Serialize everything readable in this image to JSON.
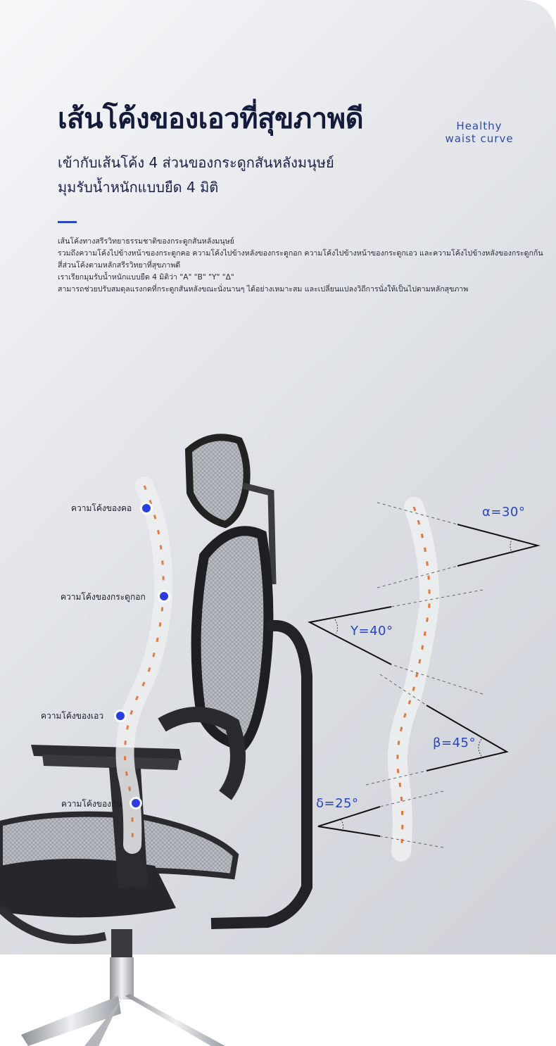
{
  "heading": {
    "title": "เส้นโค้งของเอวที่สุขภาพดี",
    "tag_line1": "Healthy",
    "tag_line2": "waist curve",
    "sub1": "เข้ากับเส้นโค้ง 4 ส่วนของกระดูกสันหลังมนุษย์",
    "sub2": "มุมรับน้ำหนักแบบยืด 4 มิติ"
  },
  "body": {
    "line1": "เส้นโค้งทางสรีรวิทยาธรรมชาติของกระดูกสันหลังมนุษย์",
    "line2": "รวมถึงความโค้งไปข้างหน้าของกระดูกคอ ความโค้งไปข้างหลังของกระดูกอก ความโค้งไปข้างหน้าของกระดูกเอว และความโค้งไปข้างหลังของกระดูกก้น",
    "line3": "สี่ส่วนโค้งตามหลักสรีรวิทยาที่สุขภาพดี",
    "line4": "เราเรียกมุมรับน้ำหนักแบบยืด 4 มิติว่า \"A\" \"B\" \"Y\" \"Δ\"",
    "line5": "สามารถช่วยปรับสมดุลแรงกดที่กระดูกสันหลังขณะนั่งนานๆ ได้อย่างเหมาะสม และเปลี่ยนแปลงวิถีการนั่งให้เป็นไปตามหลักสุขภาพ"
  },
  "spine_labels": {
    "neck": "ความโค้งของคอ",
    "chest": "ความโค้งของกระดูกอก",
    "waist": "ความโค้งของเอว",
    "hip": "ความโค้งของก้น"
  },
  "angles": {
    "alpha": "α=30°",
    "gamma": "Y=40°",
    "beta": "β=45°",
    "delta": "δ=25°"
  },
  "colors": {
    "title": "#141b3a",
    "accent": "#2b48b8",
    "dot": "#2a3de0",
    "angle_text": "#2a44c0"
  }
}
